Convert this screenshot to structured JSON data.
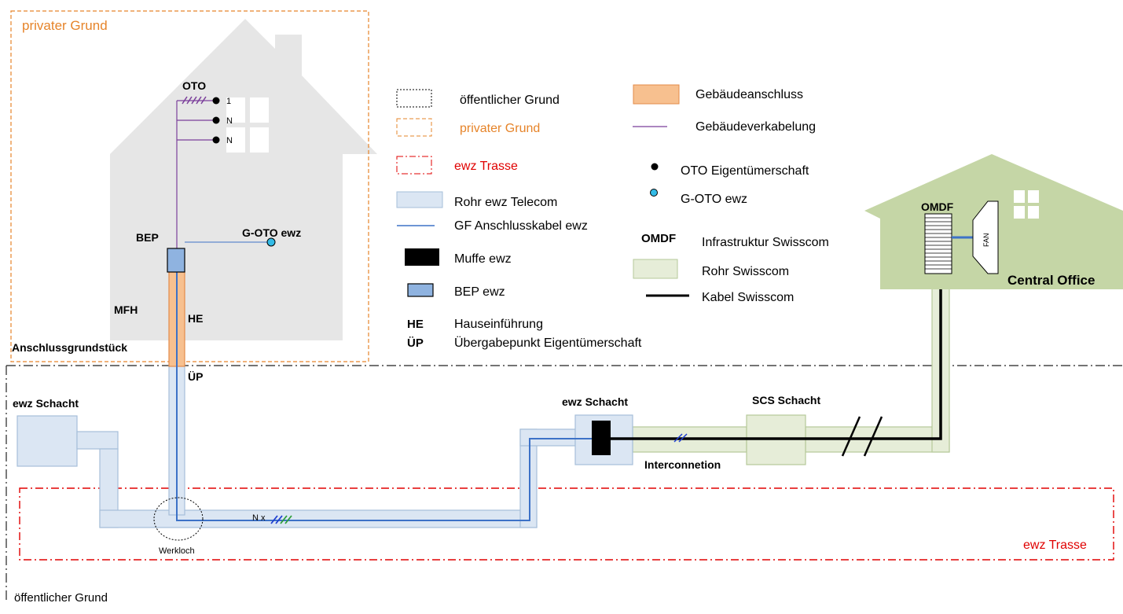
{
  "colors": {
    "orange": "#e6842a",
    "red": "#e00000",
    "house_gray": "#e6e6e6",
    "co_green": "#c5d6a6",
    "ewz_pipe_fill": "#dbe6f3",
    "ewz_pipe_stroke": "#a6bfd9",
    "fiber_blue": "#3d72c7",
    "wiring_purple": "#7b3f9b",
    "swisscom_pipe_fill": "#e6edd8",
    "swisscom_pipe_stroke": "#b6c99a",
    "he_orange": "#f7c08f",
    "he_stroke": "#e38b4a",
    "bep_fill": "#8fb3e0",
    "g_oto_fill": "#33bbe6"
  },
  "areas": {
    "private_label": "privater Grund",
    "public_label": "öffentlicher Grund",
    "trasse_label": "ewz Trasse",
    "anschlussgrundstueck": "Anschlussgrundstück",
    "mfh": "MFH"
  },
  "house": {
    "oto_label": "OTO",
    "ports": [
      "1",
      "N",
      "N"
    ],
    "bep_label": "BEP",
    "g_oto_label": "G-OTO ewz",
    "he_label": "HE",
    "up_label": "ÜP"
  },
  "network": {
    "ewz_schacht_left": "ewz Schacht",
    "ewz_schacht_mid": "ewz Schacht",
    "scs_schacht": "SCS Schacht",
    "interconnection": "Interconnetion",
    "werkloch": "Werkloch",
    "fiber_count": "N x"
  },
  "central_office": {
    "title": "Central Office",
    "omdf": "OMDF",
    "fan": "FAN"
  },
  "legend": {
    "left": [
      {
        "icon": "dotted-box-icon",
        "label": "öffentlicher Grund"
      },
      {
        "icon": "orange-dashed-box-icon",
        "label": "privater Grund"
      },
      {
        "icon": "red-dashdot-box-icon",
        "label": "ewz Trasse"
      },
      {
        "icon": "ewz-pipe-icon",
        "label": "Rohr ewz Telecom"
      },
      {
        "icon": "blue-line-icon",
        "label": "GF Anschlusskabel ewz"
      },
      {
        "icon": "black-box-icon",
        "label": "Muffe ewz"
      },
      {
        "icon": "bep-box-icon",
        "label": "BEP ewz"
      },
      {
        "abbr": "HE",
        "label": "Hauseinführung"
      },
      {
        "abbr": "ÜP",
        "label": "Übergabepunkt Eigentümerschaft"
      }
    ],
    "right": [
      {
        "icon": "orange-fill-box-icon",
        "label": "Gebäudeanschluss"
      },
      {
        "icon": "purple-line-icon",
        "label": "Gebäudeverkabelung"
      },
      {
        "icon": "black-dot-icon",
        "label": "OTO Eigentümerschaft"
      },
      {
        "icon": "blue-dot-icon",
        "label": "G-OTO ewz"
      },
      {
        "abbr": "OMDF",
        "label": "Infrastruktur Swisscom"
      },
      {
        "icon": "green-pipe-icon",
        "label": "Rohr Swisscom"
      },
      {
        "icon": "thick-black-line-icon",
        "label": "Kabel Swisscom"
      }
    ]
  }
}
